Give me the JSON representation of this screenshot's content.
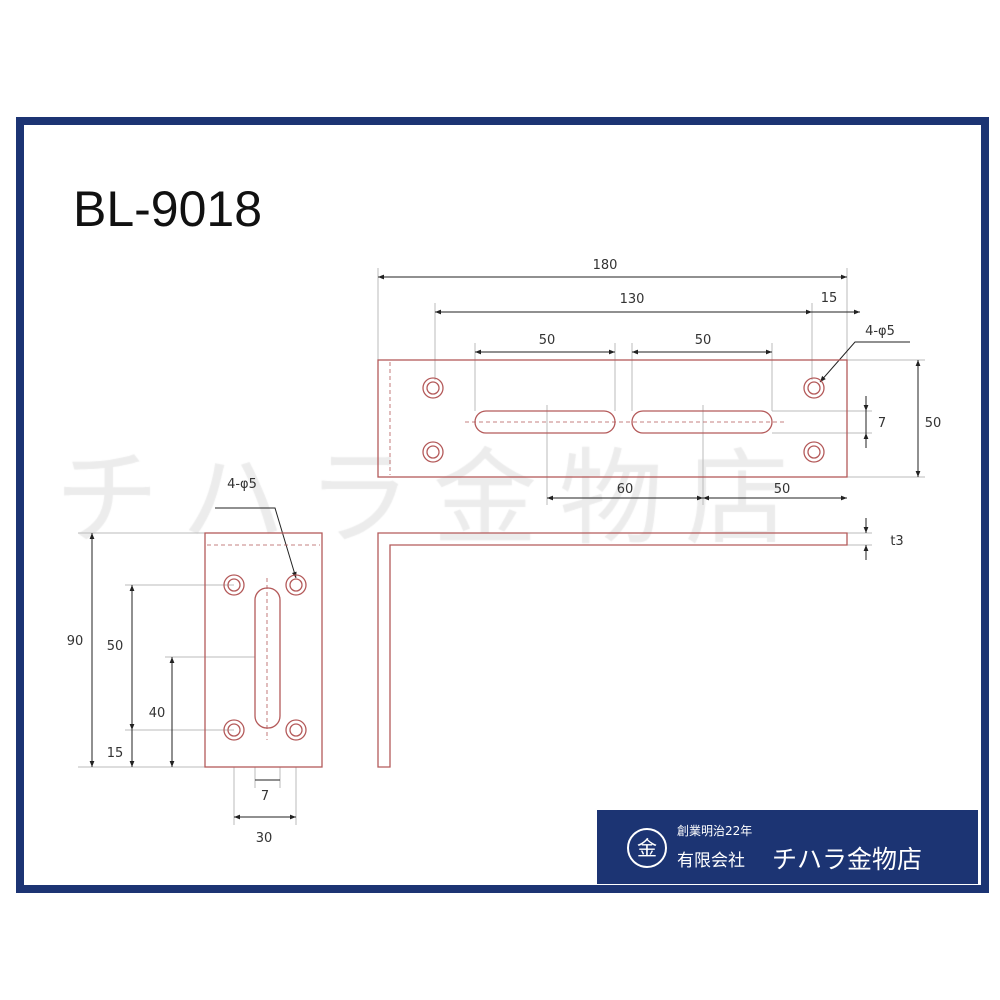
{
  "title": "BL-9018",
  "watermark": "チハラ金物店",
  "dimensions": {
    "top_overall": "180",
    "top_hole_span": "130",
    "top_edge_offset": "15",
    "top_hole_spec": "4-φ5",
    "slot1_length": "50",
    "slot2_length": "50",
    "slot_width": "7",
    "plate_width": "50",
    "slot_center_gap": "60",
    "slot_center_to_end": "50",
    "thickness": "t3",
    "side_hole_spec": "4-φ5",
    "side_height": "90",
    "side_hole_span": "50",
    "side_slot_center": "40",
    "side_bottom_offset": "15",
    "side_slot_width": "7",
    "side_width": "30"
  },
  "logo": {
    "mark": "金",
    "since": "創業明治22年",
    "company_type": "有限会社",
    "name": "チハラ金物店"
  }
}
